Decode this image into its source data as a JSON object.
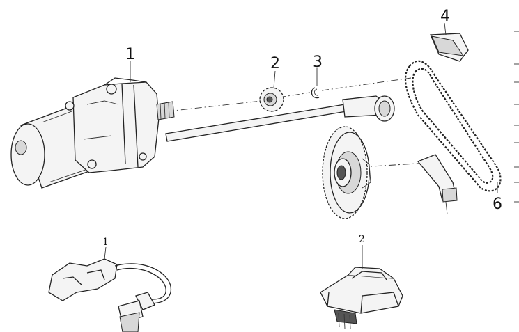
{
  "callouts": {
    "starter_motor": "1",
    "drive_gear": "2",
    "circlip": "3",
    "chain_guide_upper": "4",
    "chain": "6",
    "ignition_coil": "1",
    "relay": "2"
  },
  "icons": {
    "starter_motor": "starter-motor-icon",
    "drive_gear": "gear-icon",
    "circlip": "circlip-icon",
    "shaft": "shaft-icon",
    "sprocket": "sprocket-icon",
    "chain": "chain-icon",
    "chain_guide": "chain-guide-icon",
    "ignition_coil": "ignition-coil-icon",
    "relay": "relay-icon"
  }
}
